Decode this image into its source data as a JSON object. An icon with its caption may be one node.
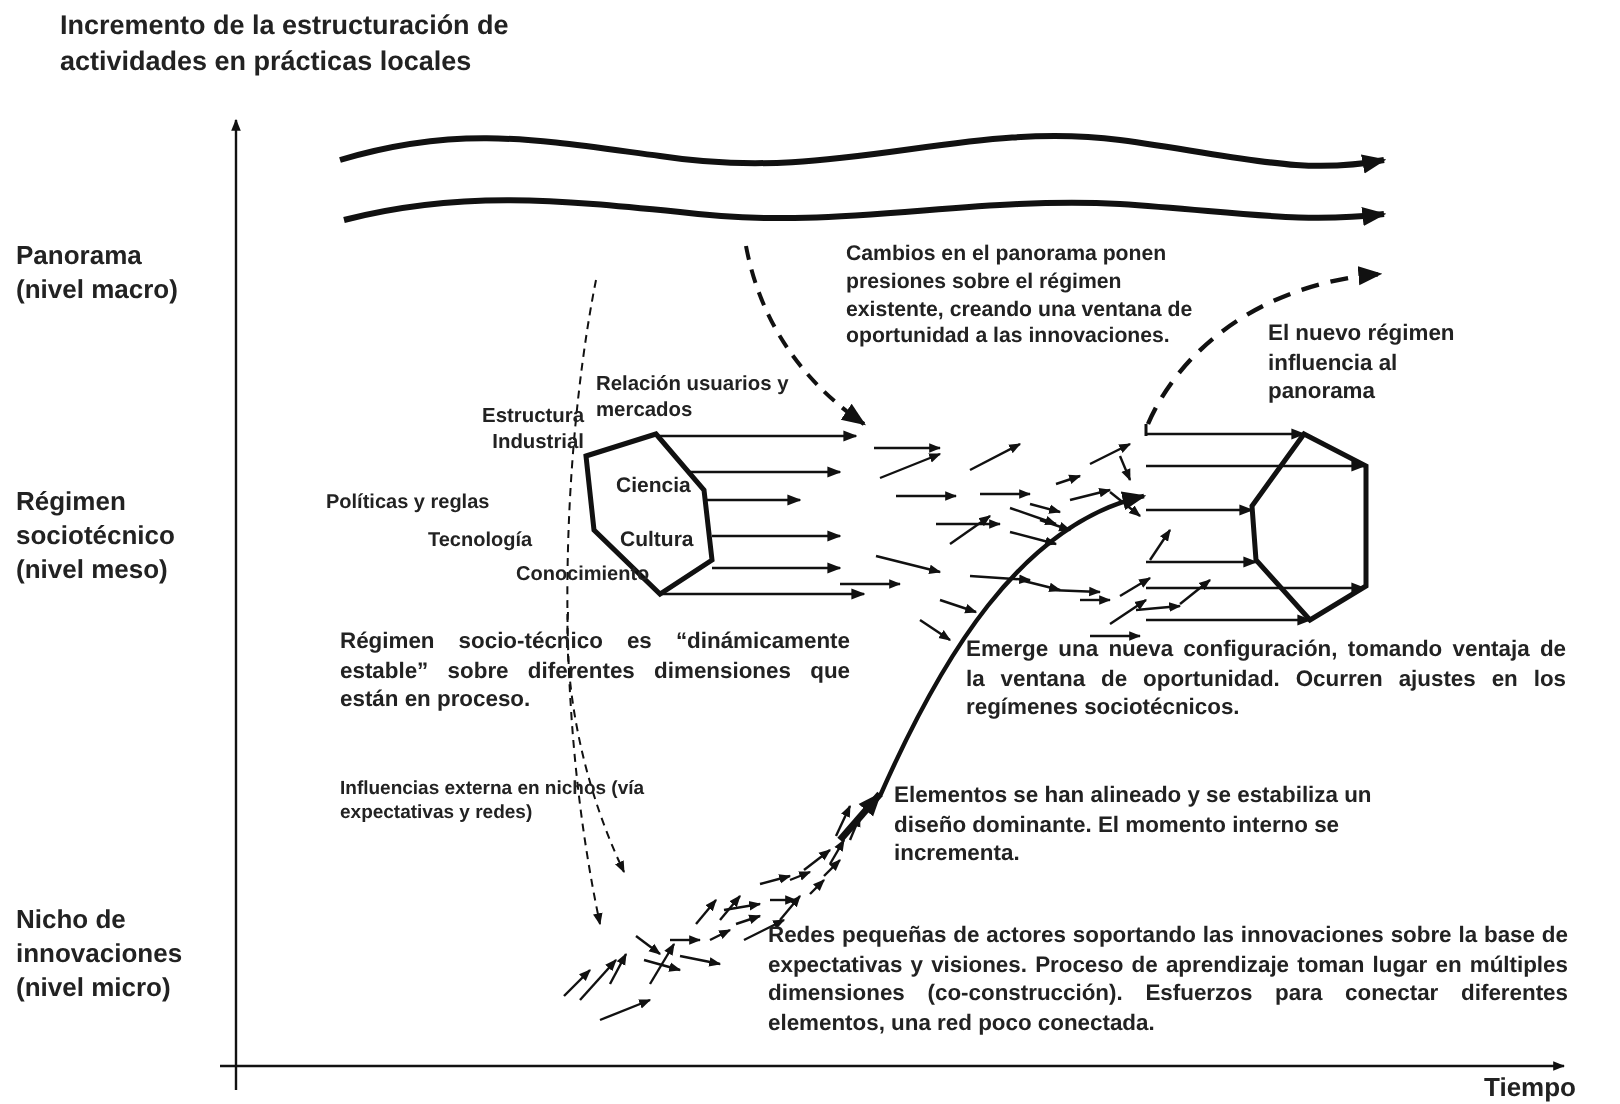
{
  "diagram": {
    "nodes": [
      {
        "text": [
          "Ciencia",
          "Cultura"
        ]
      },
      {
        "text": [],
        "shape": "hexagon"
      }
    ],
    "edges": [
      {
        "from": 0,
        "to": null,
        "arrow": "to"
      },
      {
        "from": 0,
        "to": null,
        "arrow": "to"
      },
      {
        "from": 0,
        "to": null,
        "arrow": "to"
      },
      {
        "from": 0,
        "to": null,
        "arrow": "to"
      },
      {
        "from": 0,
        "to": null,
        "arrow": "to"
      },
      {
        "from": 0,
        "to": null,
        "arrow": "to"
      },
      {
        "from": null,
        "to": 1,
        "arrow": "to"
      },
      {
        "from": null,
        "to": 1,
        "arrow": "to"
      },
      {
        "from": null,
        "to": 1,
        "arrow": "to"
      },
      {
        "from": null,
        "to": 1,
        "arrow": "to"
      },
      {
        "from": null,
        "to": 1,
        "arrow": "to"
      },
      {
        "from": null,
        "to": 1,
        "arrow": "to"
      }
    ],
    "labels": [
      "Incremento de la estructuración de actividades en prácticas locales",
      "Panorama (nivel macro)",
      "Cambios en el panorama ponen presiones sobre el régimen existente, creando una ventana de oportunidad a las innovaciones.",
      "El nuevo régimen influencia al panorama",
      "Relación usuarios y mercados",
      "Estructura Industrial",
      "Régimen sociotécnico (nivel meso)",
      "Políticas y reglas",
      "Tecnología",
      "Conocimiento",
      "Régimen socio-técnico es “dinámicamente estable” sobre diferentes dimensiones que están en proceso.",
      "Emerge una nueva configuración, tomando ventaja de la ventana de oportunidad. Ocurren ajustes en los regímenes sociotécnicos.",
      "Influencias externa en nichos (vía expectativas y redes)",
      "Elementos se han alineado y se estabiliza un diseño dominante. El momento interno se incrementa.",
      "Nicho de innovaciones (nivel micro)",
      "Redes pequeñas de actores soportando las innovaciones sobre la base de expectativas y visiones. Proceso de aprendizaje toman lugar en múltiples dimensiones (co-construcción). Esfuerzos para conectar diferentes elementos, una red poco conectada.",
      "Tiempo"
    ]
  }
}
